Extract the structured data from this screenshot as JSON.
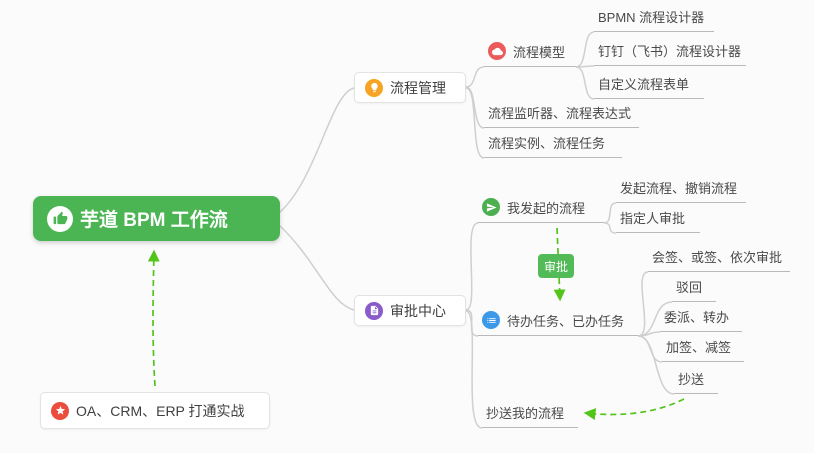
{
  "colors": {
    "root_bg": "#4ab552",
    "connector": "#cfcfcf",
    "dashed_arrow_green": "#52c41a",
    "badge_bg": "#53ba58",
    "icon_orange": "#f7a425",
    "icon_red": "#ec5b5b",
    "icon_purple": "#8a5cc9",
    "icon_green": "#4caf50",
    "icon_blue": "#3c98e8",
    "icon_star_red": "#ea4c3e"
  },
  "map": {
    "root": {
      "label": "芋道 BPM 工作流",
      "icon": "thumbs-up-icon"
    },
    "practice": {
      "label": "OA、CRM、ERP 打通实战",
      "icon": "star-icon"
    },
    "approval_badge": {
      "label": "审批"
    },
    "process_management": {
      "label": "流程管理",
      "icon": "lightbulb-icon",
      "children": {
        "model": {
          "label": "流程模型",
          "icon": "cloud-icon",
          "children": {
            "bpmn": {
              "label": "BPMN 流程设计器"
            },
            "dingtalk": {
              "label": "钉钉（飞书）流程设计器"
            },
            "custom_form": {
              "label": "自定义流程表单"
            }
          }
        },
        "listener": {
          "label": "流程监听器、流程表达式"
        },
        "instance": {
          "label": "流程实例、流程任务"
        }
      }
    },
    "approval_center": {
      "label": "审批中心",
      "icon": "document-icon",
      "children": {
        "my_initiated": {
          "label": "我发起的流程",
          "icon": "send-icon",
          "children": {
            "initiate_cancel": {
              "label": "发起流程、撤销流程"
            },
            "assignee": {
              "label": "指定人审批"
            }
          }
        },
        "todo_done": {
          "label": "待办任务、已办任务",
          "icon": "tasks-icon",
          "children": {
            "countersign": {
              "label": "会签、或签、依次审批"
            },
            "reject": {
              "label": "驳回"
            },
            "delegate": {
              "label": "委派、转办"
            },
            "add_sign": {
              "label": "加签、减签"
            },
            "cc": {
              "label": "抄送"
            }
          }
        },
        "cc_my": {
          "label": "抄送我的流程"
        }
      }
    }
  }
}
